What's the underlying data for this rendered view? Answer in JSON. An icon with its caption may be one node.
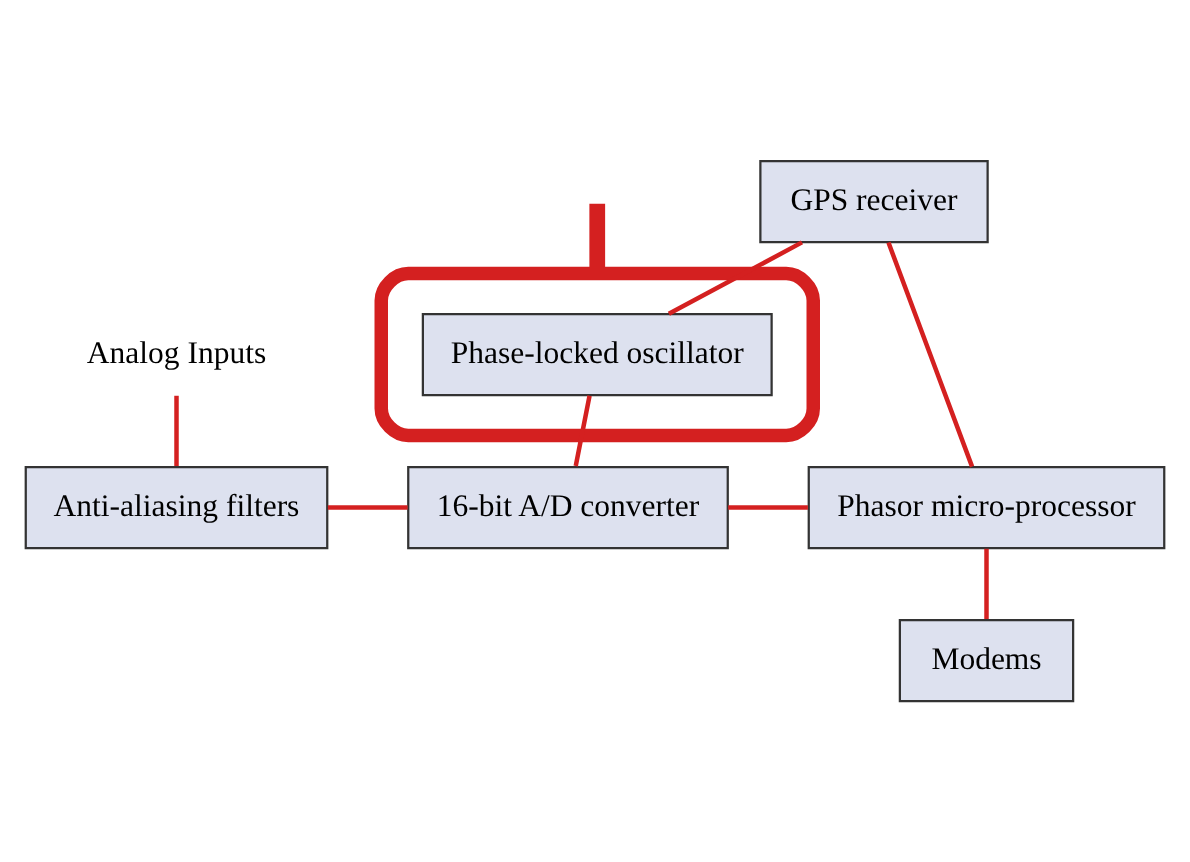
{
  "diagram": {
    "nodes": [
      {
        "text": [
          "GPS receiver"
        ]
      },
      {
        "text": [],
        "shape": "ellipse"
      },
      {
        "text": [
          "Phase-locked oscillator"
        ],
        "in": 1
      },
      {
        "text": [
          "Modems"
        ]
      },
      {
        "text": [
          "Analog Inputs"
        ]
      },
      {
        "text": [
          "Anti-aliasing filters"
        ]
      },
      {
        "text": [
          "16-bit A/D converter"
        ]
      },
      {
        "text": [
          "Phasor micro-processor"
        ]
      }
    ],
    "edges": [
      {
        "from": null,
        "to": 1,
        "arrow": "none",
        "style": "thick"
      },
      {
        "from": 0,
        "to": 2,
        "arrow": "none"
      },
      {
        "from": 0,
        "to": 7,
        "arrow": "none"
      },
      {
        "from": 2,
        "to": 6,
        "arrow": "none"
      },
      {
        "from": 4,
        "to": 5,
        "arrow": "none"
      },
      {
        "from": 5,
        "to": 6,
        "arrow": "none"
      },
      {
        "from": 6,
        "to": 7,
        "arrow": "none"
      },
      {
        "from": 7,
        "to": 3,
        "arrow": "none"
      }
    ]
  }
}
